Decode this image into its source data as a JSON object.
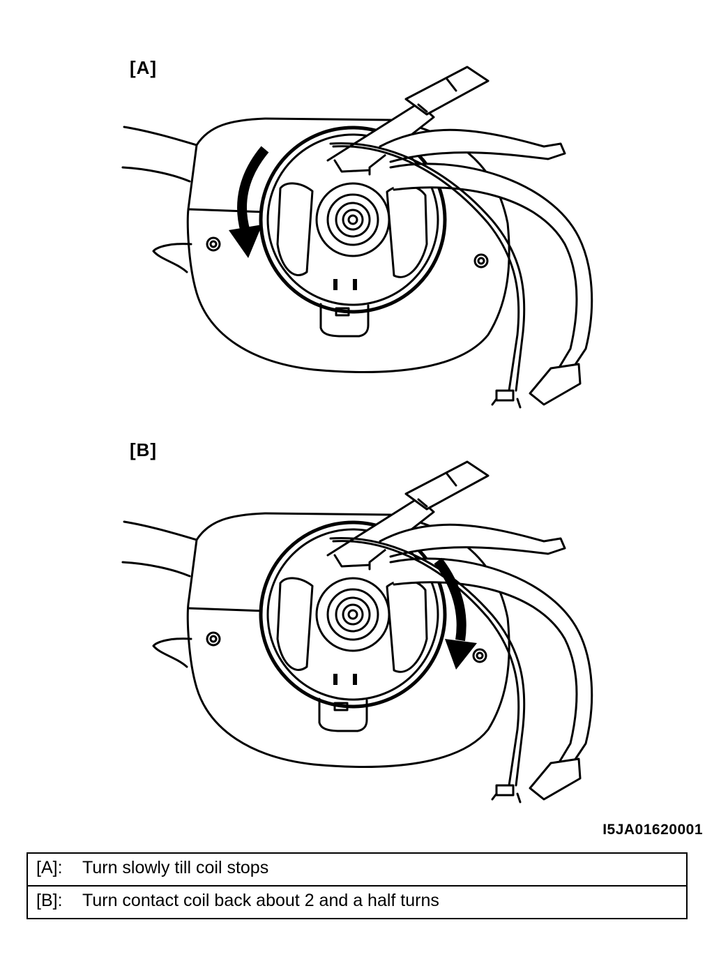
{
  "figures": [
    {
      "label": "[A]",
      "arrow": "counterclockwise"
    },
    {
      "label": "[B]",
      "arrow": "clockwise"
    }
  ],
  "diagram_code": "I5JA01620001",
  "legend": [
    {
      "key": "[A]:",
      "text": "Turn slowly till coil stops"
    },
    {
      "key": "[B]:",
      "text": "Turn contact coil back about 2 and a half turns"
    }
  ]
}
